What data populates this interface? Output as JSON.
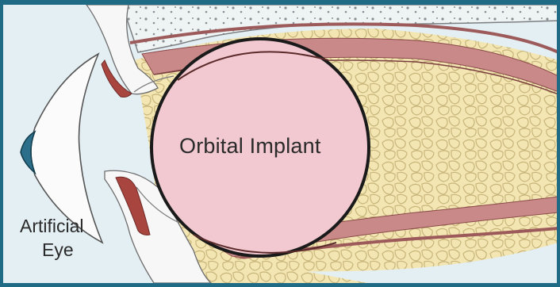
{
  "labels": {
    "implant": "Orbital Implant",
    "eye_line1": "Artificial",
    "eye_line2": "Eye"
  },
  "colors": {
    "frame": "#1f6b86",
    "background": "#e4eff4",
    "fat_fill": "#f3e6b3",
    "fat_cell_stroke": "#c8b57a",
    "muscle": "#c98989",
    "implant_fill": "#f2c9d0",
    "implant_outline": "#1a1a1a",
    "eyelid_tissue": "#a8453f",
    "prosthesis_iris": "#2b6f8a"
  }
}
